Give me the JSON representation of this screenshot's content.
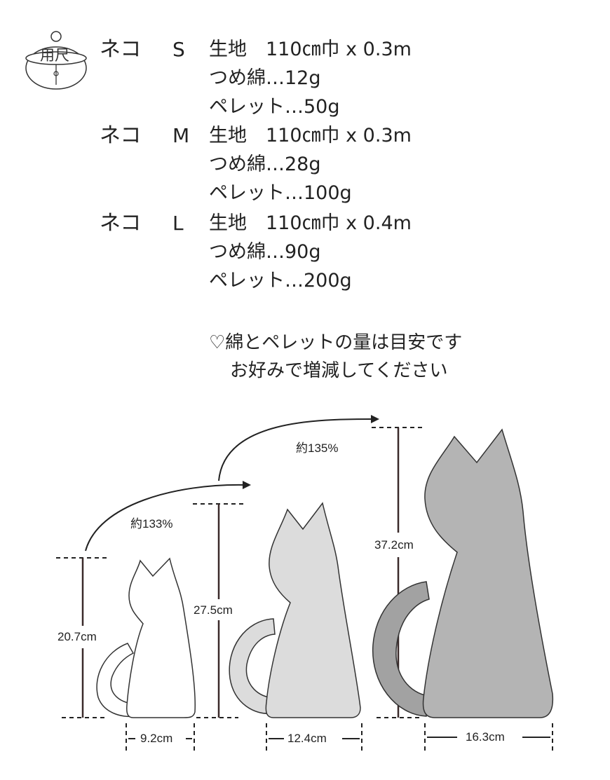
{
  "header": {
    "badge_label": "用尺",
    "badge_icon": "bell-icon"
  },
  "materials": [
    {
      "cat": "ネコ",
      "size": "S",
      "fabric": "生地　110㎝巾 x 0.3m",
      "stuffing": "つめ綿…12g",
      "pellets": "ペレット…50g"
    },
    {
      "cat": "ネコ",
      "size": "M",
      "fabric": "生地　110㎝巾 x 0.3m",
      "stuffing": "つめ綿…28g",
      "pellets": "ペレット…100g"
    },
    {
      "cat": "ネコ",
      "size": "L",
      "fabric": "生地　110㎝巾 x 0.4m",
      "stuffing": "つめ綿…90g",
      "pellets": "ペレット…200g"
    }
  ],
  "note": {
    "line1": "♡綿とペレットの量は目安です",
    "line2": "お好みで増減してください"
  },
  "diagram": {
    "scale_sm": "約133%",
    "scale_ml": "約135%",
    "cats": [
      {
        "height": "20.7cm",
        "width": "9.2cm",
        "fill": "#ffffff"
      },
      {
        "height": "27.5cm",
        "width": "12.4cm",
        "fill": "#dcdcdc"
      },
      {
        "height": "37.2cm",
        "width": "16.3cm",
        "fill": "#b4b4b4"
      }
    ],
    "tail_fill_l": "#a2a2a2"
  }
}
